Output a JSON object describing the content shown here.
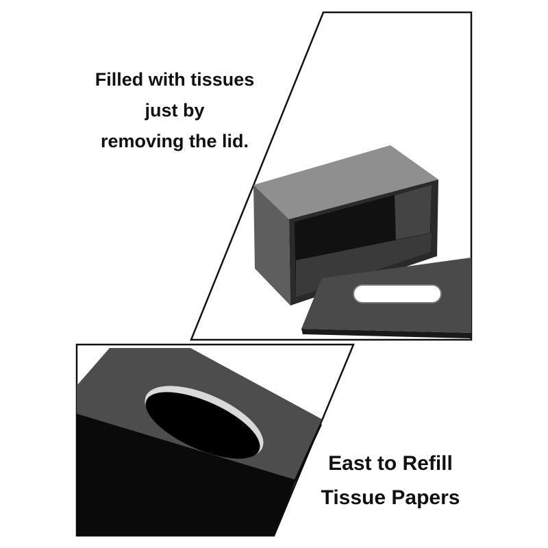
{
  "top_caption": {
    "line1": "Filled with tissues",
    "line2": "just by",
    "line3": "removing the lid."
  },
  "bottom_caption": {
    "line1": "East to Refill",
    "line2": "Tissue Papers"
  },
  "colors": {
    "background": "#ffffff",
    "outline": "#111111",
    "box_top": "#8f8f8f",
    "box_front": "#5e5e5e",
    "box_side_dark": "#1a1a1a",
    "lid": "#4a4a4a",
    "slot": "#000000",
    "slot_highlight": "#d9d9d9",
    "text": "#111111"
  },
  "icons": [
    "tissue-box-body",
    "tissue-box-lid",
    "tissue-slot"
  ]
}
